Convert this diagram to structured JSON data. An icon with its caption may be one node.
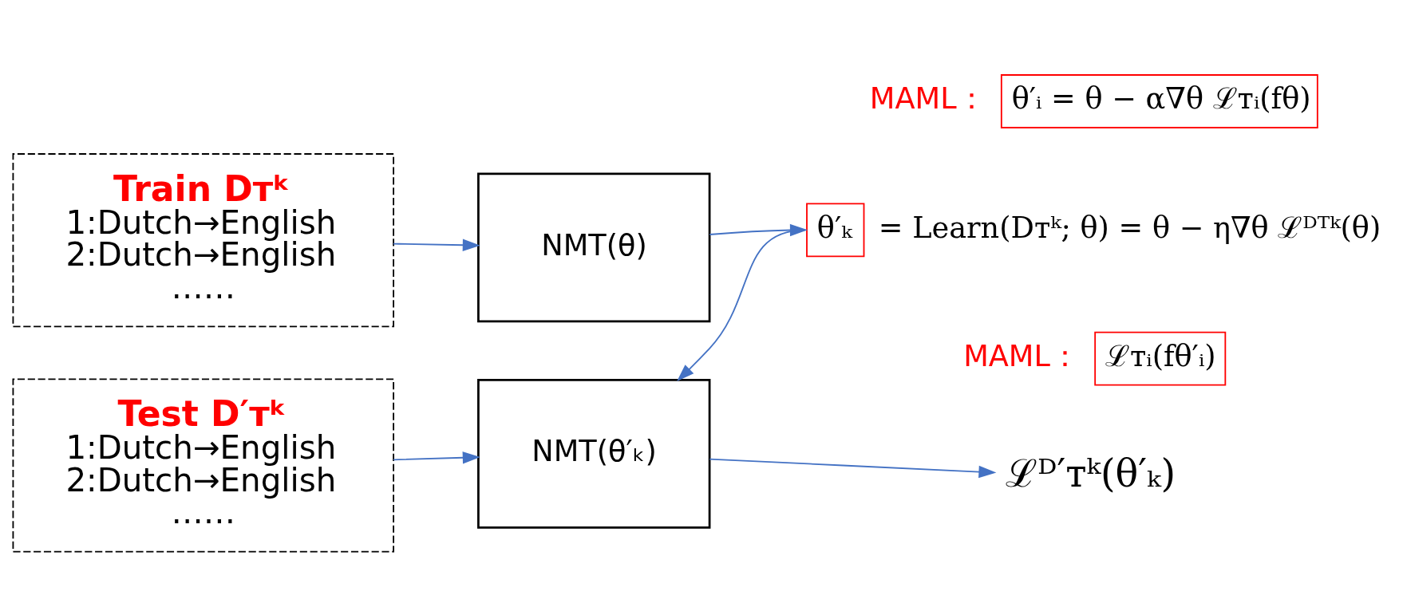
{
  "diagram": {
    "nodes": [
      {
        "text": [
          "Train Dᴛᵏ",
          "1:Dutch→English",
          "2:Dutch→English",
          "……"
        ]
      },
      {
        "text": [
          "NMT(θ)"
        ]
      },
      {
        "text": [
          "θ′ₖ"
        ],
        "beside": [
          "= Learn(Dᴛᵏ; θ) = θ − η∇θ ℒᴰᵀᵏ(θ)"
        ]
      },
      {
        "text": [
          "θ′ᵢ = θ − α∇θ ℒᴛᵢ(fθ)"
        ],
        "beside": [
          "MAML："
        ]
      },
      {
        "text": [
          "Test D′ᴛᵏ",
          "1:Dutch→English",
          "2:Dutch→English",
          "……"
        ]
      },
      {
        "text": [
          "NMT(θ′ₖ)"
        ]
      },
      {
        "text": [
          "ℒᴛᵢ(fθ′ᵢ)"
        ],
        "beside": [
          "MAML："
        ]
      },
      {
        "text": [
          "ℒᴰ′ᴛᵏ(θ′ₖ)"
        ]
      }
    ],
    "edges": [
      {
        "from": 0,
        "to": 1,
        "arrow": "to"
      },
      {
        "from": 1,
        "to": 2,
        "arrow": "to"
      },
      {
        "from": 2,
        "to": 5,
        "arrow": "to"
      },
      {
        "from": 4,
        "to": 5,
        "arrow": "to"
      },
      {
        "from": 5,
        "to": 7,
        "arrow": "to"
      }
    ]
  }
}
